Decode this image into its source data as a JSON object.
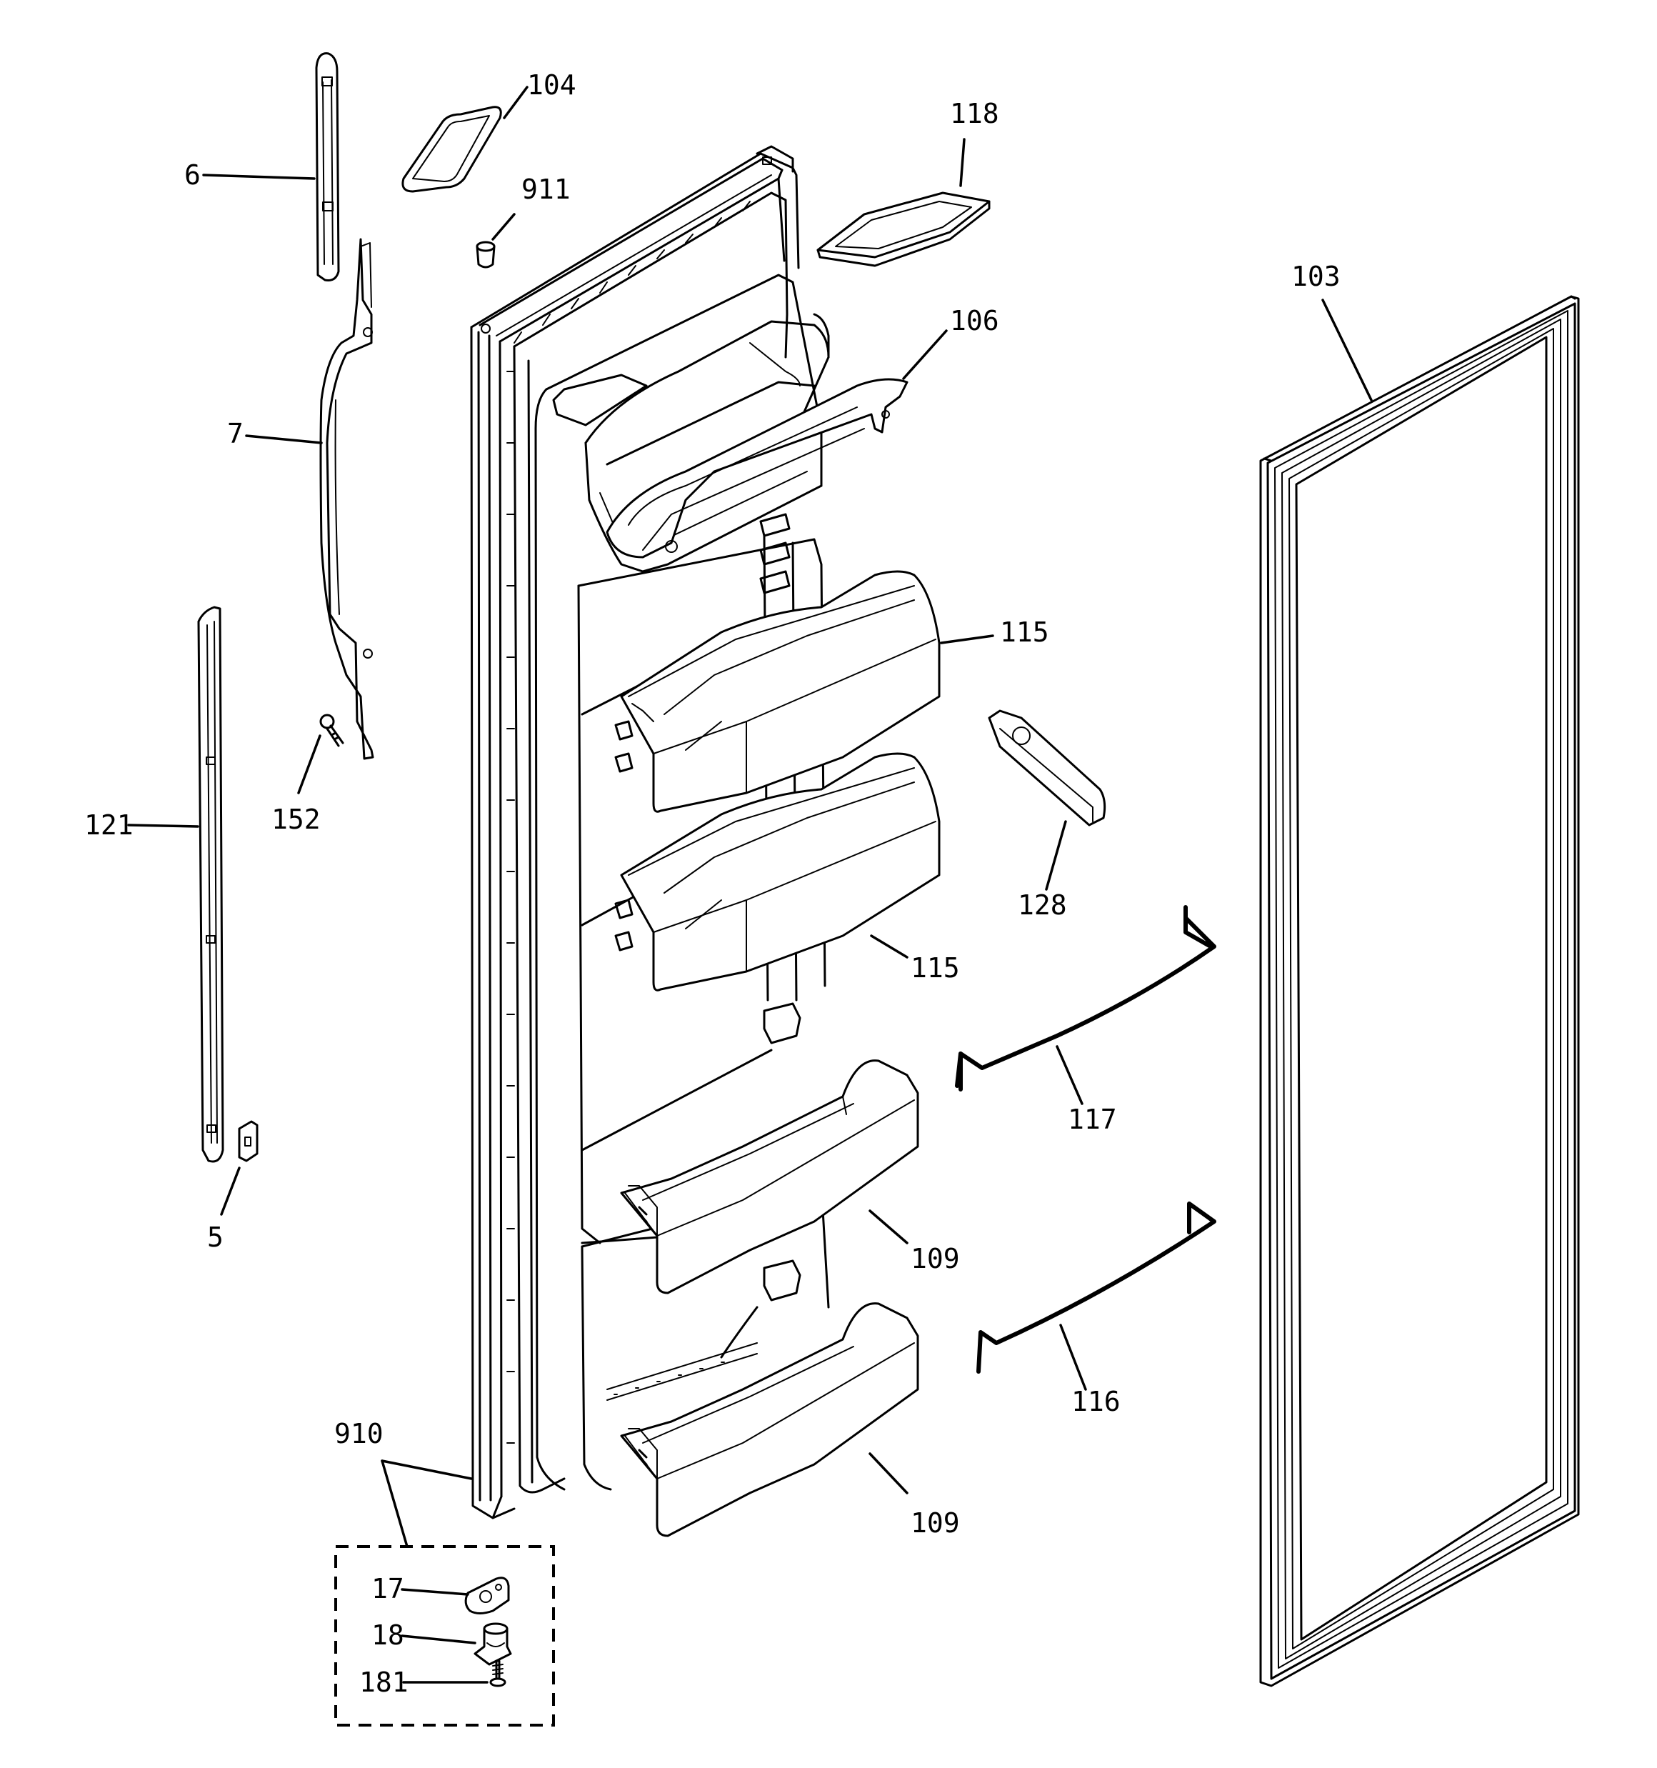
{
  "diagram": {
    "labels": {
      "p6": "6",
      "p7": "7",
      "p121": "121",
      "p5": "5",
      "p152": "152",
      "p104": "104",
      "p911": "911",
      "p118": "118",
      "p103": "103",
      "p106": "106",
      "p115a": "115",
      "p115b": "115",
      "p128": "128",
      "p117": "117",
      "p116": "116",
      "p109a": "109",
      "p109b": "109",
      "p910": "910",
      "p17": "17",
      "p18": "18",
      "p181": "181"
    }
  }
}
